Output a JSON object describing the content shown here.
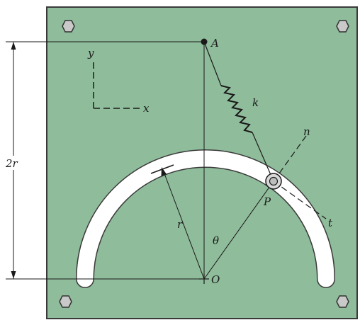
{
  "figure": {
    "labels": {
      "A": "A",
      "O": "O",
      "P": "P",
      "k": "k",
      "n": "n",
      "t": "t",
      "r": "r",
      "theta": "θ",
      "two_r": "2r",
      "x": "x",
      "y": "y"
    },
    "colors": {
      "plate": "#8fbc9a",
      "plate_border": "#3a3a3a",
      "slot": "#ffffff",
      "ink": "#1a1a1a",
      "bolt": "#c9c9c9"
    },
    "icons": [
      "hex-bolt-icon",
      "pivot-pin-icon",
      "slider-collar-icon",
      "spring-icon"
    ]
  }
}
